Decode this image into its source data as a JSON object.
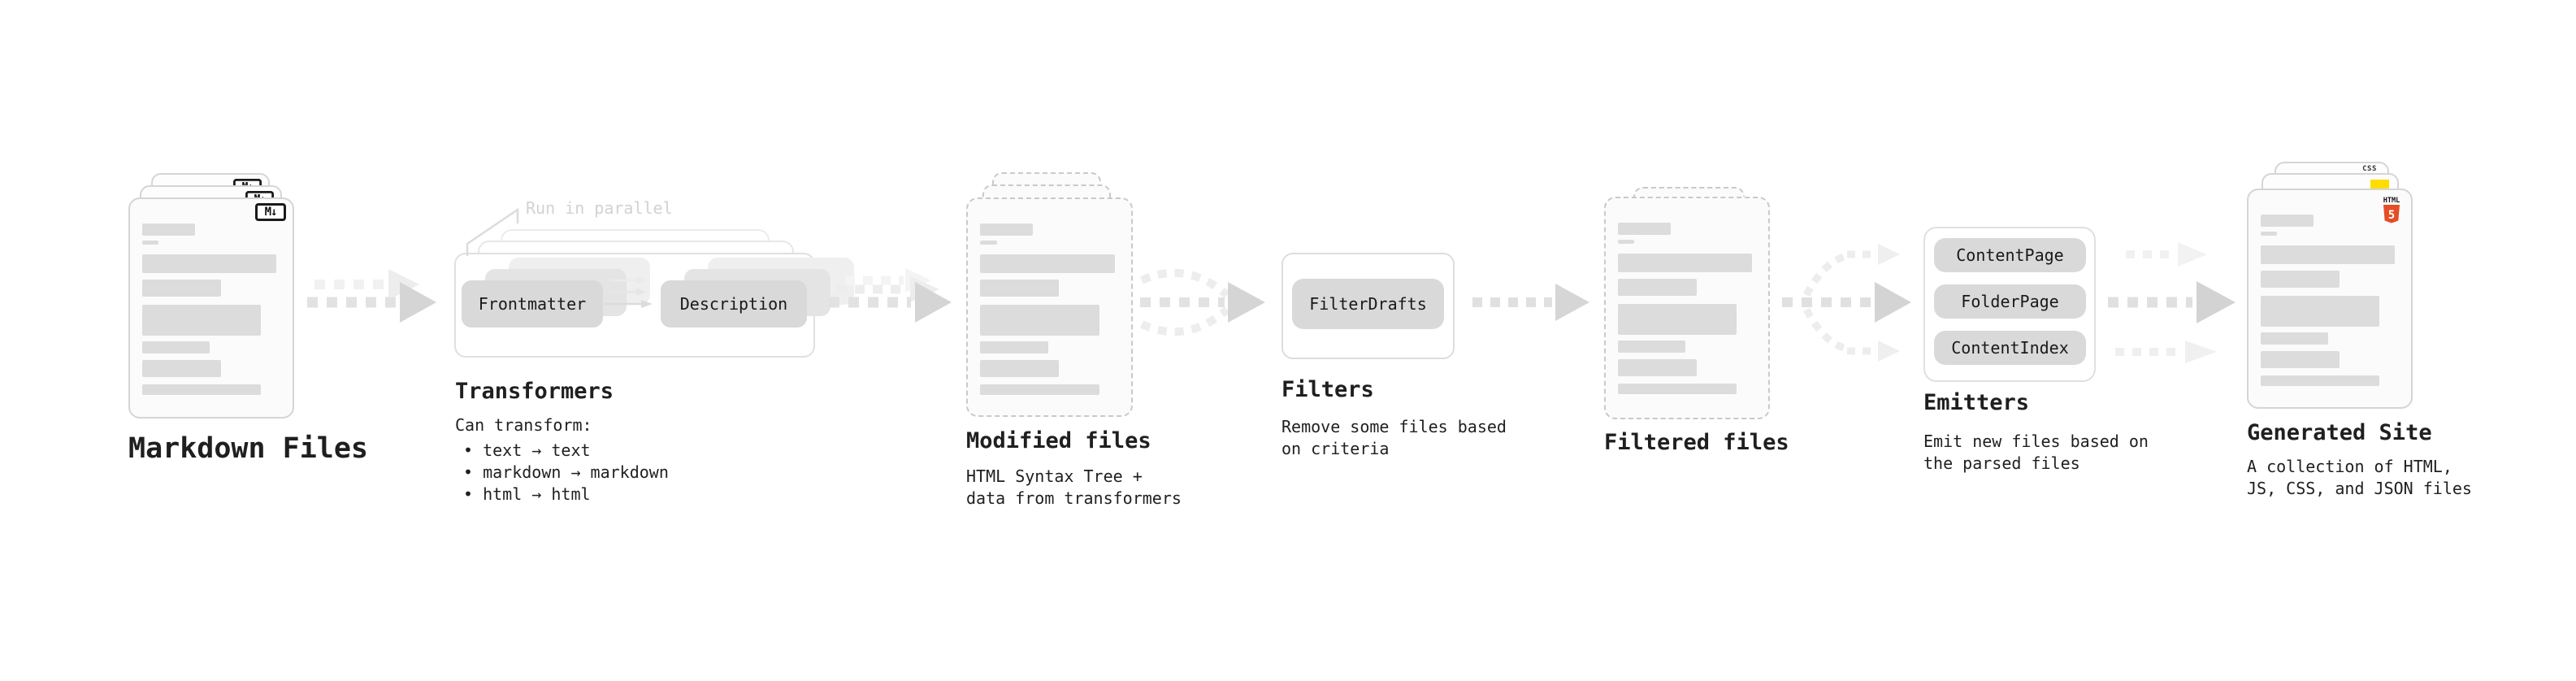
{
  "nodes": {
    "markdown_files": {
      "title": "Markdown Files"
    },
    "transformers": {
      "annotation": "Run in parallel",
      "steps": [
        "Frontmatter",
        "Description"
      ],
      "title": "Transformers",
      "subtitle": "Can transform:",
      "bullets": [
        "text → text",
        "markdown → markdown",
        "html → html"
      ]
    },
    "modified_files": {
      "title": "Modified files",
      "subtitle": "HTML Syntax Tree +\ndata from transformers"
    },
    "filters": {
      "box": "FilterDrafts",
      "title": "Filters",
      "subtitle": "Remove some files based\non criteria"
    },
    "filtered_files": {
      "title": "Filtered files"
    },
    "emitters": {
      "boxes": [
        "ContentPage",
        "FolderPage",
        "ContentIndex"
      ],
      "title": "Emitters",
      "subtitle": "Emit new files based on\nthe parsed files"
    },
    "generated_site": {
      "title": "Generated Site",
      "subtitle": "A collection of HTML,\nJS, CSS, and JSON files"
    }
  },
  "icons": {
    "markdown_badge": "M↓",
    "html5_wordmark": "HTML",
    "html5_numeral": "5",
    "css_wordmark": "CSS"
  },
  "colors": {
    "html5_orange": "#e44d26",
    "js_yellow": "#ffdd00",
    "css_blue": "#2965f1"
  },
  "doc_bars": [
    {
      "w": 38,
      "h": 15,
      "mb": 6
    },
    {
      "w": 12,
      "h": 5,
      "mb": 12
    },
    {
      "w": 97,
      "h": 23,
      "mb": 8
    },
    {
      "w": 57,
      "h": 21,
      "mb": 10
    },
    {
      "w": 86,
      "h": 38,
      "mb": 7
    },
    {
      "w": 49,
      "h": 15,
      "mb": 8
    },
    {
      "w": 57,
      "h": 21,
      "mb": 9
    },
    {
      "w": 86,
      "h": 13,
      "mb": 0
    }
  ]
}
